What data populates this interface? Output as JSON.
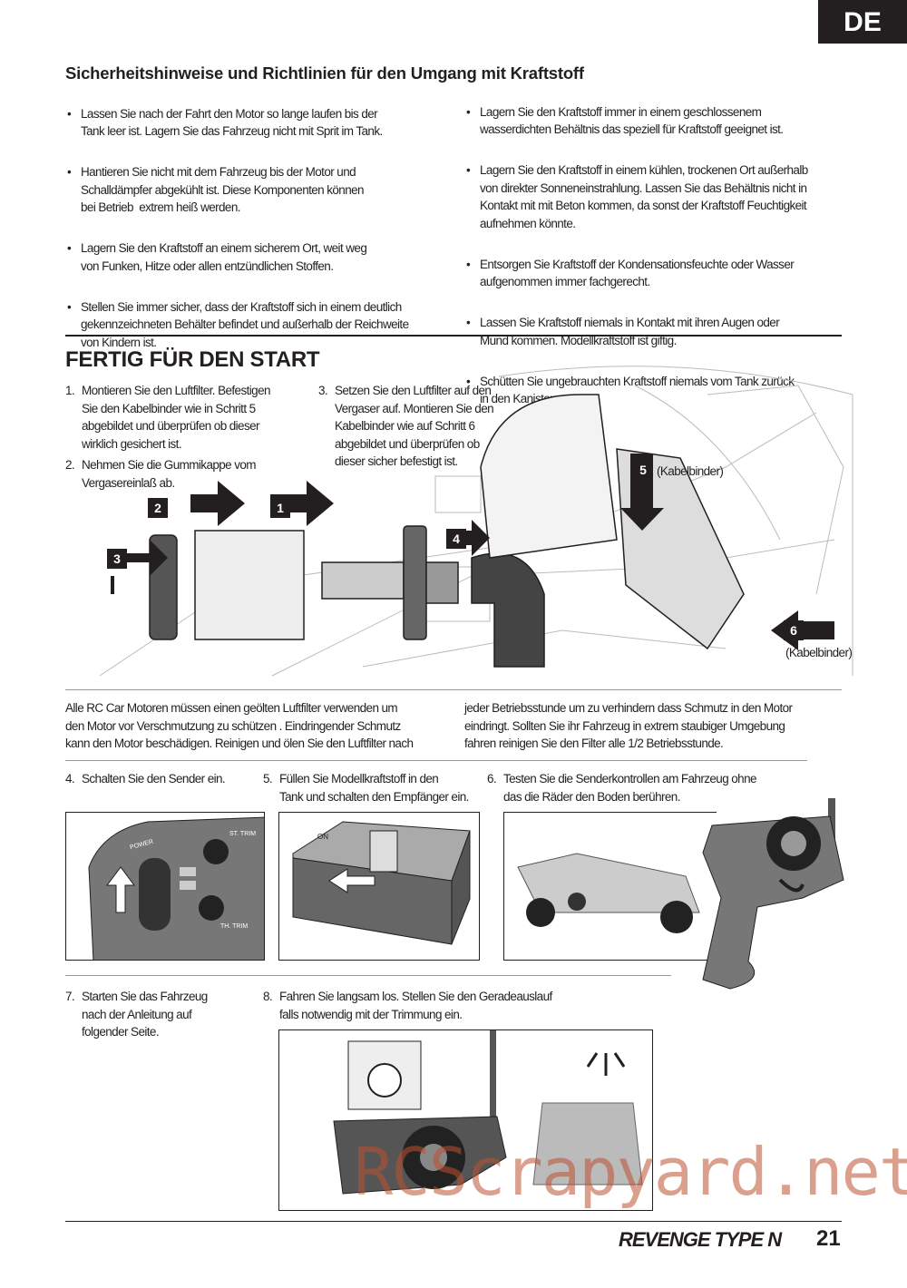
{
  "lang_tab": "DE",
  "safety": {
    "title": "Sicherheitshinweise und Richtlinien für den Umgang mit Kraftstoff",
    "left": [
      "Lassen Sie nach der Fahrt den Motor so lange laufen bis der\nTank leer ist. Lagern Sie das Fahrzeug nicht mit Sprit im Tank.",
      "Hantieren Sie nicht mit dem Fahrzeug bis der Motor und\nSchalldämpfer abgekühlt ist. Diese Komponenten können\nbei Betrieb  extrem heiß werden.",
      "Lagern Sie den Kraftstoff an einem sicherem Ort, weit weg\nvon Funken, Hitze oder allen entzündlichen Stoffen.",
      "Stellen Sie immer sicher, dass der Kraftstoff sich in einem deutlich\ngekennzeichneten Behälter befindet und außerhalb der Reichweite\nvon Kindern ist."
    ],
    "right": [
      "Lagern Sie den Kraftstoff immer in einem geschlossenem\nwasserdichten Behältnis das speziell für Kraftstoff geeignet ist.",
      "Lagern Sie den Kraftstoff in einem kühlen, trockenen Ort außerhalb\nvon direkter Sonneneinstrahlung. Lassen Sie das Behältnis nicht in\nKontakt mit mit Beton kommen, da sonst der Kraftstoff Feuchtigkeit\naufnehmen könnte.",
      "Entsorgen Sie Kraftstoff der Kondensationsfeuchte oder Wasser\naufgenommen immer fachgerecht.",
      "Lassen Sie Kraftstoff niemals in Kontakt mit ihren Augen oder\nMund kommen. Modellkraftstoff ist giftig.",
      "Schütten Sie ungebrauchten Kraftstoff niemals vom Tank zurück\nin den Kanister."
    ]
  },
  "start": {
    "title": "FERTIG FÜR DEN START",
    "steps_a": [
      {
        "n": "1.",
        "t": "Montieren Sie den Luftfilter. Befestigen\nSie den Kabelbinder wie in Schritt 5\nabgebildet und überprüfen ob dieser\nwirklich gesichert ist."
      },
      {
        "n": "2.",
        "t": "Nehmen Sie die Gummikappe vom\nVergasereinlaß ab."
      }
    ],
    "step3": {
      "n": "3.",
      "t": "Setzen Sie den Luftfilter auf den\nVergaser auf. Montieren Sie den\nKabelbinder wie auf Schritt 6\nabgebildet und überprüfen ob\ndieser sicher befestigt ist."
    },
    "callouts": [
      "1",
      "2",
      "3",
      "4",
      "5",
      "6"
    ],
    "kabelbinder": "(Kabelbinder)",
    "note_left": "Alle RC Car Motoren müssen einen geölten Luftfilter verwenden um\nden Motor vor Verschmutzung zu schützen . Eindringender Schmutz\nkann den Motor beschädigen. Reinigen und ölen Sie den Luftfilter nach",
    "note_right": "jeder Betriebsstunde um zu verhindern dass Schmutz in den Motor\neindringt. Sollten Sie ihr Fahrzeug in extrem staubiger Umgebung\nfahren reinigen Sie den Filter alle 1/2 Betriebsstunde.",
    "step4": {
      "n": "4.",
      "t": "Schalten Sie den Sender ein."
    },
    "step5": {
      "n": "5.",
      "t": "Füllen Sie Modellkraftstoff in den\nTank und schalten den Empfänger ein."
    },
    "step6": {
      "n": "6.",
      "t": "Testen Sie die Senderkontrollen am Fahrzeug ohne\ndas die Räder den Boden berühren."
    },
    "step7": {
      "n": "7.",
      "t": "Starten Sie das Fahrzeug\nnach der Anleitung auf\nfolgender Seite."
    },
    "step8": {
      "n": "8.",
      "t": "Fahren Sie langsam los. Stellen Sie den Geradeauslauf\nfalls notwendig mit der Trimmung ein."
    },
    "tx_labels": {
      "power": "POWER",
      "st_trim": "ST. TRIM",
      "th_trim": "TH. TRIM",
      "on": "ON"
    }
  },
  "footer": {
    "logo": "REVENGE TYPE N",
    "page": "21",
    "watermark": "RCScrapyard.net"
  }
}
